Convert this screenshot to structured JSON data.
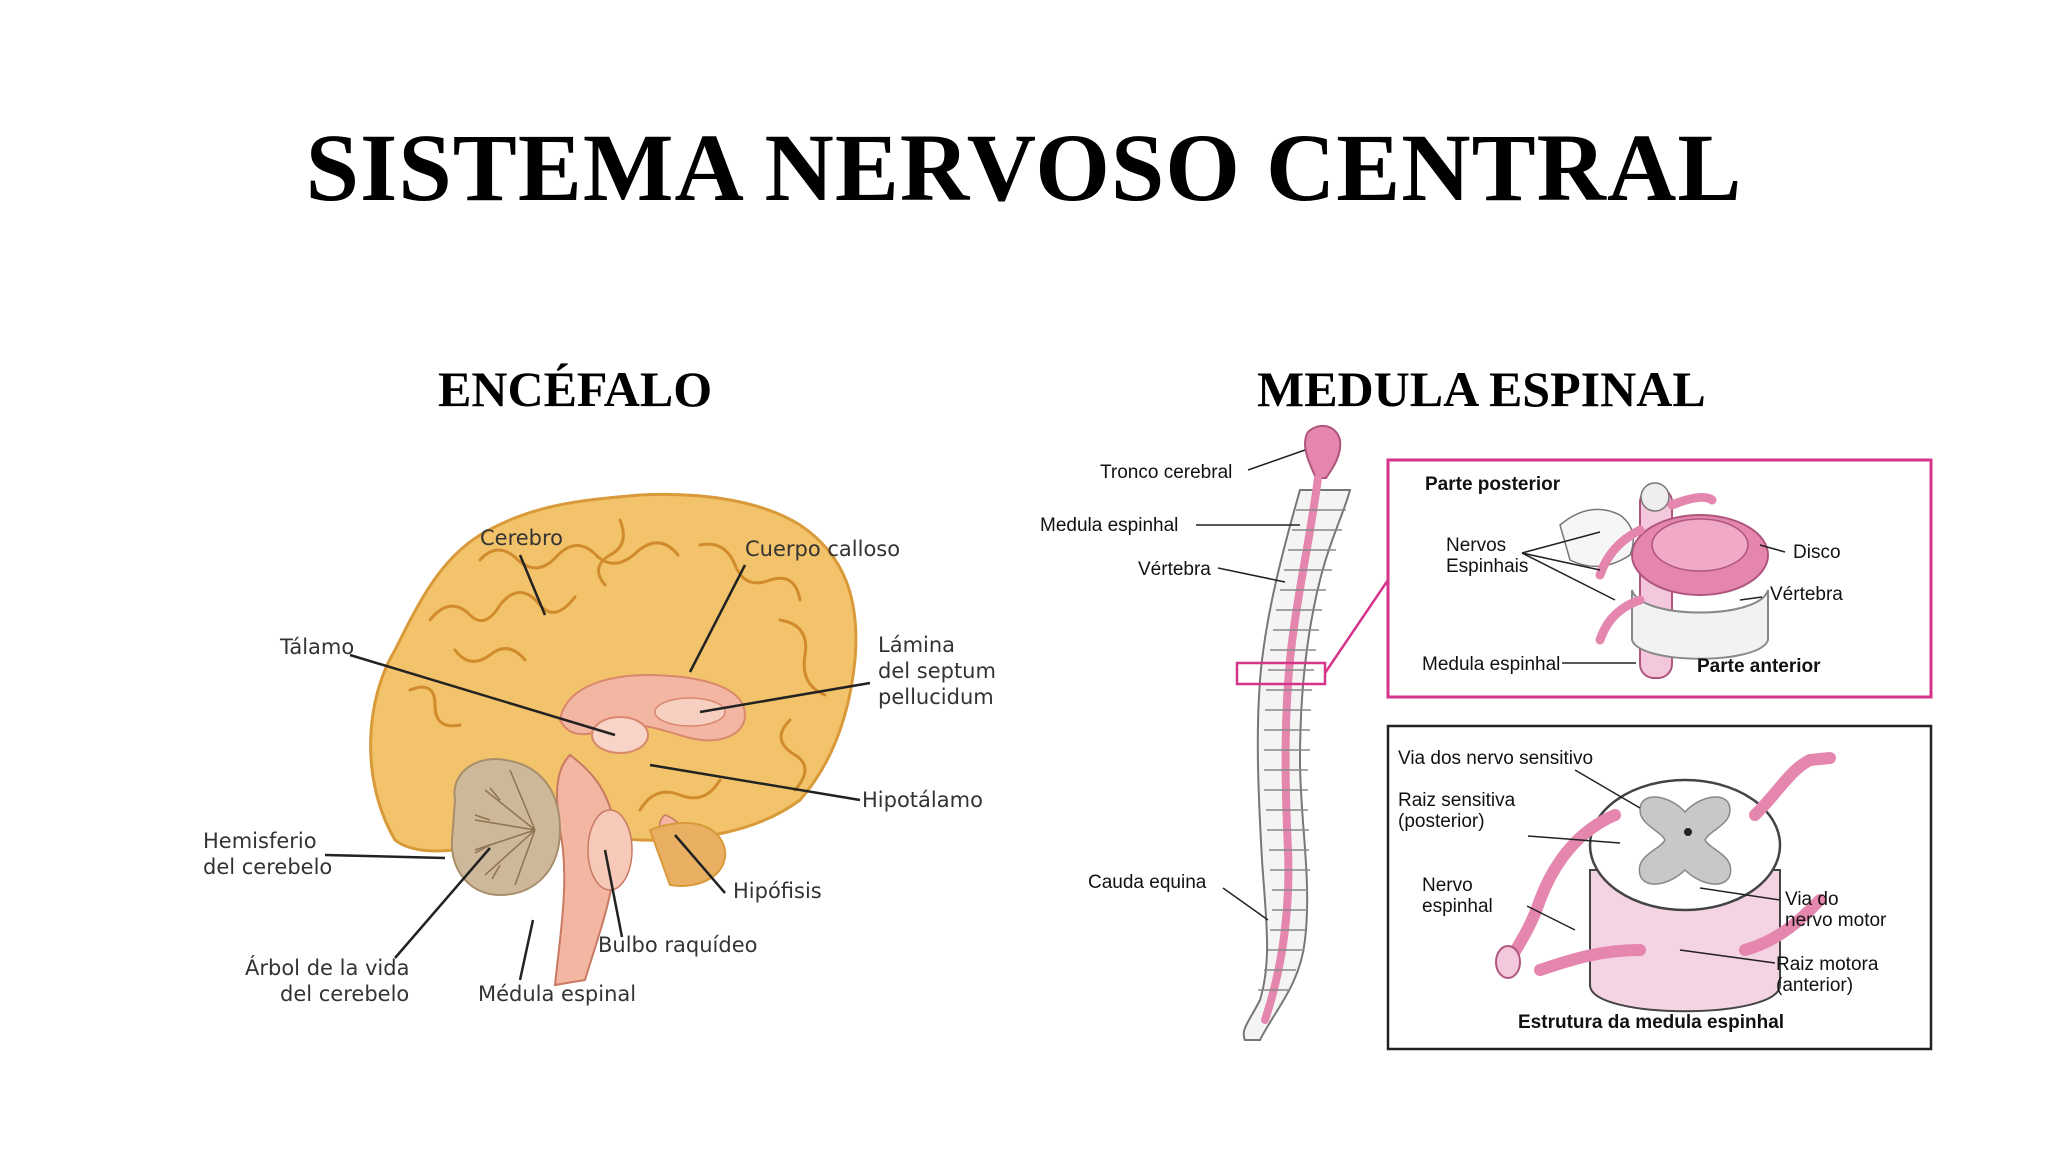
{
  "title": "SISTEMA NERVOSO CENTRAL",
  "encefalo": {
    "heading": "ENCÉFALO",
    "labels": {
      "cerebro": "Cerebro",
      "cuerpo_calloso": "Cuerpo calloso",
      "talamo": "Tálamo",
      "lamina_1": "Lámina",
      "lamina_2": "del septum",
      "lamina_3": "pellucidum",
      "hipotalamo": "Hipotálamo",
      "hemisferio_1": "Hemisferio",
      "hemisferio_2": "del cerebelo",
      "hipofisis": "Hipófisis",
      "bulbo": "Bulbo raquídeo",
      "arbol_1": "Árbol de la vida",
      "arbol_2": "del cerebelo",
      "medula": "Médula espinal"
    },
    "colors": {
      "cortex": "#f2c36b",
      "cortex_dark": "#d99a3a",
      "inner": "#f3b6a2",
      "cerebellum": "#cdb89a"
    }
  },
  "medula": {
    "heading": "MEDULA ESPINAL",
    "spine_labels": {
      "tronco": "Tronco cerebral",
      "medula": "Medula espinhal",
      "vertebra": "Vértebra",
      "cauda": "Cauda equina"
    },
    "box_top": {
      "title": "Parte  posterior",
      "nervos_1": "Nervos",
      "nervos_2": "Espinhais",
      "disco": "Disco",
      "vertebra": "Vértebra",
      "medula": "Medula espinhal",
      "anterior": "Parte anterior"
    },
    "box_bottom": {
      "via_sens": "Via dos nervo sensitivo",
      "raiz_sens_1": "Raiz sensitiva",
      "raiz_sens_2": "(posterior)",
      "nervo_1": "Nervo",
      "nervo_2": "espinhal",
      "via_motor_1": "Via do",
      "via_motor_2": "nervo motor",
      "raiz_motor_1": "Raiz motora",
      "raiz_motor_2": "(anterior)",
      "caption": "Estrutura da medula espinhal"
    },
    "colors": {
      "pink": "#e486ad",
      "pink_light": "#f4c8dc",
      "box_border": "#d6338a",
      "gray": "#c8c8c8"
    }
  }
}
